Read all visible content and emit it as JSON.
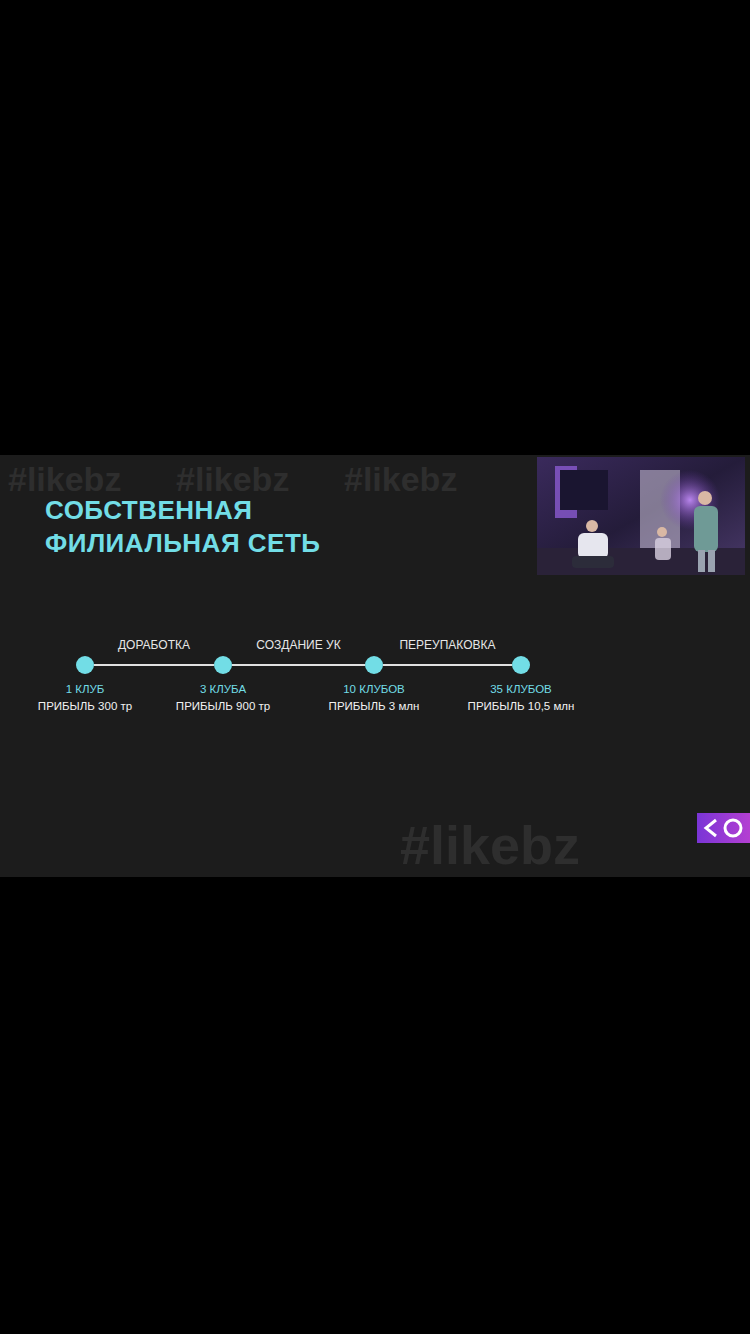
{
  "diagram": {
    "title": "СОБСТВЕННАЯ ФИЛИАЛЬНАЯ СЕТЬ",
    "nodes": [
      {
        "text": [
          "1 КЛУБ",
          "ПРИБЫЛЬ 300 тр"
        ]
      },
      {
        "text": [
          "3 КЛУБА",
          "ПРИБЫЛЬ 900 тр"
        ]
      },
      {
        "text": [
          "10 КЛУБОВ",
          "ПРИБЫЛЬ 3 млн"
        ]
      },
      {
        "text": [
          "35 КЛУБОВ",
          "ПРИБЫЛЬ 10,5 млн"
        ]
      }
    ],
    "edges": [
      {
        "from": 0,
        "to": 1,
        "label": "ДОРАБОТКА",
        "arrow": "none"
      },
      {
        "from": 1,
        "to": 2,
        "label": "СОЗДАНИЕ УК",
        "arrow": "none"
      },
      {
        "from": 2,
        "to": 3,
        "label": "ПЕРЕУПАКОВКА",
        "arrow": "none"
      }
    ],
    "labels": [
      "#likebz",
      "#likebz",
      "#likebz",
      "#likebz"
    ]
  }
}
